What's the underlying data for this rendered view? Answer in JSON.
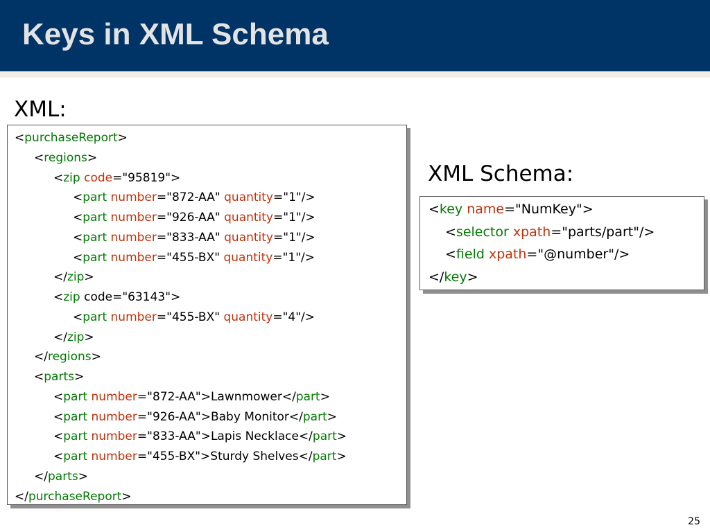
{
  "slide": {
    "title": "Keys in XML Schema",
    "page_number": "25"
  },
  "colors": {
    "header_bg": "#003366",
    "title_text": "#e3e3e3",
    "tag_name": "#007a00",
    "attribute_name": "#c0300a"
  },
  "xml_section": {
    "label": "XML:",
    "lines": [
      {
        "indent": 0,
        "segments": [
          {
            "t": "p",
            "v": "<"
          },
          {
            "t": "tag",
            "v": "purchaseReport"
          },
          {
            "t": "p",
            "v": ">"
          }
        ]
      },
      {
        "indent": 1,
        "segments": [
          {
            "t": "p",
            "v": "<"
          },
          {
            "t": "tag",
            "v": "regions"
          },
          {
            "t": "p",
            "v": ">"
          }
        ]
      },
      {
        "indent": 2,
        "segments": [
          {
            "t": "p",
            "v": "<"
          },
          {
            "t": "tag",
            "v": "zip"
          },
          {
            "t": "p",
            "v": " "
          },
          {
            "t": "attr",
            "v": "code"
          },
          {
            "t": "p",
            "v": "=\"95819\">"
          }
        ]
      },
      {
        "indent": 3,
        "segments": [
          {
            "t": "p",
            "v": "<"
          },
          {
            "t": "tag",
            "v": "part"
          },
          {
            "t": "p",
            "v": " "
          },
          {
            "t": "attr",
            "v": "number"
          },
          {
            "t": "p",
            "v": "=\"872-AA\" "
          },
          {
            "t": "attr",
            "v": "quantity"
          },
          {
            "t": "p",
            "v": "=\"1\"/>"
          }
        ]
      },
      {
        "indent": 3,
        "segments": [
          {
            "t": "p",
            "v": "<"
          },
          {
            "t": "tag",
            "v": "part"
          },
          {
            "t": "p",
            "v": " "
          },
          {
            "t": "attr",
            "v": "number"
          },
          {
            "t": "p",
            "v": "=\"926-AA\" "
          },
          {
            "t": "attr",
            "v": "quantity"
          },
          {
            "t": "p",
            "v": "=\"1\"/>"
          }
        ]
      },
      {
        "indent": 3,
        "segments": [
          {
            "t": "p",
            "v": "<"
          },
          {
            "t": "tag",
            "v": "part"
          },
          {
            "t": "p",
            "v": " "
          },
          {
            "t": "attr",
            "v": "number"
          },
          {
            "t": "p",
            "v": "=\"833-AA\" "
          },
          {
            "t": "attr",
            "v": "quantity"
          },
          {
            "t": "p",
            "v": "=\"1\"/>"
          }
        ]
      },
      {
        "indent": 3,
        "segments": [
          {
            "t": "p",
            "v": "<"
          },
          {
            "t": "tag",
            "v": "part"
          },
          {
            "t": "p",
            "v": " "
          },
          {
            "t": "attr",
            "v": "number"
          },
          {
            "t": "p",
            "v": "=\"455-BX\" "
          },
          {
            "t": "attr",
            "v": "quantity"
          },
          {
            "t": "p",
            "v": "=\"1\"/>"
          }
        ]
      },
      {
        "indent": 2,
        "segments": [
          {
            "t": "p",
            "v": "</"
          },
          {
            "t": "tag",
            "v": "zip"
          },
          {
            "t": "p",
            "v": ">"
          }
        ]
      },
      {
        "indent": 2,
        "segments": [
          {
            "t": "p",
            "v": "<"
          },
          {
            "t": "tag",
            "v": "zip"
          },
          {
            "t": "p",
            "v": " code=\"63143\">"
          }
        ]
      },
      {
        "indent": 3,
        "segments": [
          {
            "t": "p",
            "v": "<"
          },
          {
            "t": "tag",
            "v": "part"
          },
          {
            "t": "p",
            "v": " "
          },
          {
            "t": "attr",
            "v": "number"
          },
          {
            "t": "p",
            "v": "=\"455-BX\" "
          },
          {
            "t": "attr",
            "v": "quantity"
          },
          {
            "t": "p",
            "v": "=\"4\"/>"
          }
        ]
      },
      {
        "indent": 2,
        "segments": [
          {
            "t": "p",
            "v": "</"
          },
          {
            "t": "tag",
            "v": "zip"
          },
          {
            "t": "p",
            "v": ">"
          }
        ]
      },
      {
        "indent": 1,
        "segments": [
          {
            "t": "p",
            "v": "</"
          },
          {
            "t": "tag",
            "v": "regions"
          },
          {
            "t": "p",
            "v": ">"
          }
        ]
      },
      {
        "indent": 1,
        "segments": [
          {
            "t": "p",
            "v": "<"
          },
          {
            "t": "tag",
            "v": "parts"
          },
          {
            "t": "p",
            "v": ">"
          }
        ]
      },
      {
        "indent": 2,
        "segments": [
          {
            "t": "p",
            "v": "<"
          },
          {
            "t": "tag",
            "v": "part"
          },
          {
            "t": "p",
            "v": " "
          },
          {
            "t": "attr",
            "v": "number"
          },
          {
            "t": "p",
            "v": "=\"872-AA\">Lawnmower</"
          },
          {
            "t": "tag",
            "v": "part"
          },
          {
            "t": "p",
            "v": ">"
          }
        ]
      },
      {
        "indent": 2,
        "segments": [
          {
            "t": "p",
            "v": "<"
          },
          {
            "t": "tag",
            "v": "part"
          },
          {
            "t": "p",
            "v": " "
          },
          {
            "t": "attr",
            "v": "number"
          },
          {
            "t": "p",
            "v": "=\"926-AA\">Baby Monitor</"
          },
          {
            "t": "tag",
            "v": "part"
          },
          {
            "t": "p",
            "v": ">"
          }
        ]
      },
      {
        "indent": 2,
        "segments": [
          {
            "t": "p",
            "v": "<"
          },
          {
            "t": "tag",
            "v": "part"
          },
          {
            "t": "p",
            "v": " "
          },
          {
            "t": "attr",
            "v": "number"
          },
          {
            "t": "p",
            "v": "=\"833-AA\">Lapis Necklace</"
          },
          {
            "t": "tag",
            "v": "part"
          },
          {
            "t": "p",
            "v": ">"
          }
        ]
      },
      {
        "indent": 2,
        "segments": [
          {
            "t": "p",
            "v": "<"
          },
          {
            "t": "tag",
            "v": "part"
          },
          {
            "t": "p",
            "v": " "
          },
          {
            "t": "attr",
            "v": "number"
          },
          {
            "t": "p",
            "v": "=\"455-BX\">Sturdy Shelves</"
          },
          {
            "t": "tag",
            "v": "part"
          },
          {
            "t": "p",
            "v": ">"
          }
        ]
      },
      {
        "indent": 1,
        "segments": [
          {
            "t": "p",
            "v": "</"
          },
          {
            "t": "tag",
            "v": "parts"
          },
          {
            "t": "p",
            "v": ">"
          }
        ]
      },
      {
        "indent": 0,
        "segments": [
          {
            "t": "p",
            "v": "</"
          },
          {
            "t": "tag",
            "v": "purchaseReport"
          },
          {
            "t": "p",
            "v": ">"
          }
        ]
      }
    ]
  },
  "schema_section": {
    "label": "XML Schema:",
    "lines": [
      {
        "indent": 0,
        "segments": [
          {
            "t": "p",
            "v": "<"
          },
          {
            "t": "tag",
            "v": "key"
          },
          {
            "t": "p",
            "v": " "
          },
          {
            "t": "attr",
            "v": "name"
          },
          {
            "t": "p",
            "v": "=\"NumKey\">"
          }
        ]
      },
      {
        "indent": 1,
        "segments": [
          {
            "t": "p",
            "v": "<"
          },
          {
            "t": "tag",
            "v": "selector"
          },
          {
            "t": "p",
            "v": " "
          },
          {
            "t": "attr",
            "v": "xpath"
          },
          {
            "t": "p",
            "v": "=\"parts/part\"/>"
          }
        ]
      },
      {
        "indent": 1,
        "segments": [
          {
            "t": "p",
            "v": "<"
          },
          {
            "t": "tag",
            "v": "field"
          },
          {
            "t": "p",
            "v": " "
          },
          {
            "t": "attr",
            "v": "xpath"
          },
          {
            "t": "p",
            "v": "=\"@number\"/>"
          }
        ]
      },
      {
        "indent": 0,
        "segments": [
          {
            "t": "p",
            "v": "</"
          },
          {
            "t": "tag",
            "v": "key"
          },
          {
            "t": "p",
            "v": ">"
          }
        ]
      }
    ]
  }
}
